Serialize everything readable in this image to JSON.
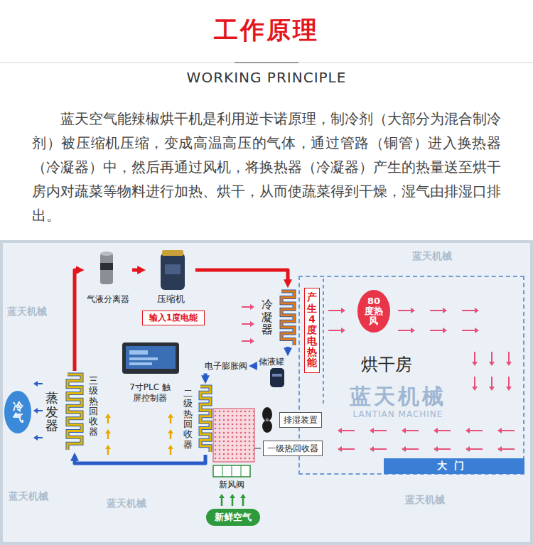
{
  "diagram": {
    "title": "工作原理",
    "nodes": [
      {
        "text": [
          "气液分离器"
        ]
      },
      {
        "text": [
          "压缩机"
        ]
      },
      {
        "text": [
          "输入1度电能"
        ]
      },
      {
        "text": [
          "烘干房"
        ]
      },
      {
        "text": [
          "产生4度电热能"
        ],
        "in": 3
      },
      {
        "text": [
          "80度热风"
        ],
        "in": 3
      },
      {
        "text": [
          "冷凝器"
        ]
      },
      {
        "text": [
          "7寸PLC 触屏控制器"
        ]
      },
      {
        "text": [
          "储液罐"
        ]
      },
      {
        "text": [
          "电子膨胀阀"
        ]
      },
      {
        "text": [
          "冷气"
        ]
      },
      {
        "text": [
          "蒸发器"
        ]
      },
      {
        "text": [
          "三级热回收器"
        ]
      },
      {
        "text": [
          "二级热回收器"
        ]
      },
      {
        "text": [
          "排湿装置"
        ]
      },
      {
        "text": [
          "一级热回收器"
        ]
      },
      {
        "text": [
          "大门"
        ]
      },
      {
        "text": [
          "新风阀"
        ]
      },
      {
        "text": [
          "新鲜空气"
        ]
      }
    ],
    "edges": [
      {
        "from": 11,
        "to": 0,
        "arrow": "to"
      },
      {
        "from": 0,
        "to": 1,
        "arrow": "to"
      },
      {
        "from": 1,
        "to": 6,
        "arrow": "to"
      },
      {
        "from": 6,
        "to": 8,
        "arrow": "to"
      },
      {
        "from": 8,
        "to": 9,
        "arrow": "to"
      },
      {
        "from": 9,
        "to": 13,
        "arrow": "to"
      },
      {
        "from": 13,
        "to": 11,
        "arrow": "to"
      }
    ],
    "labels": [
      "WORKING PRINCIPLE",
      "蓝天空气能辣椒烘干机是利用逆卡诺原理，制冷剂（大部分为混合制冷剂）被压缩机压缩，变成高温高压的气体，通过管路（铜管）进入换热器（冷凝器）中，然后再通过风机，将换热器（冷凝器）产生的热量送至烘干房内对蔬菜等物料进行加热、烘干，从而使蔬菜得到干燥，湿气由排湿口排出。",
      "蓝天机械",
      "LANTIAN MACHINE",
      "蓝天机械",
      "蓝天机械",
      "蓝天机械",
      "蓝天机械",
      "蓝天机械"
    ]
  }
}
